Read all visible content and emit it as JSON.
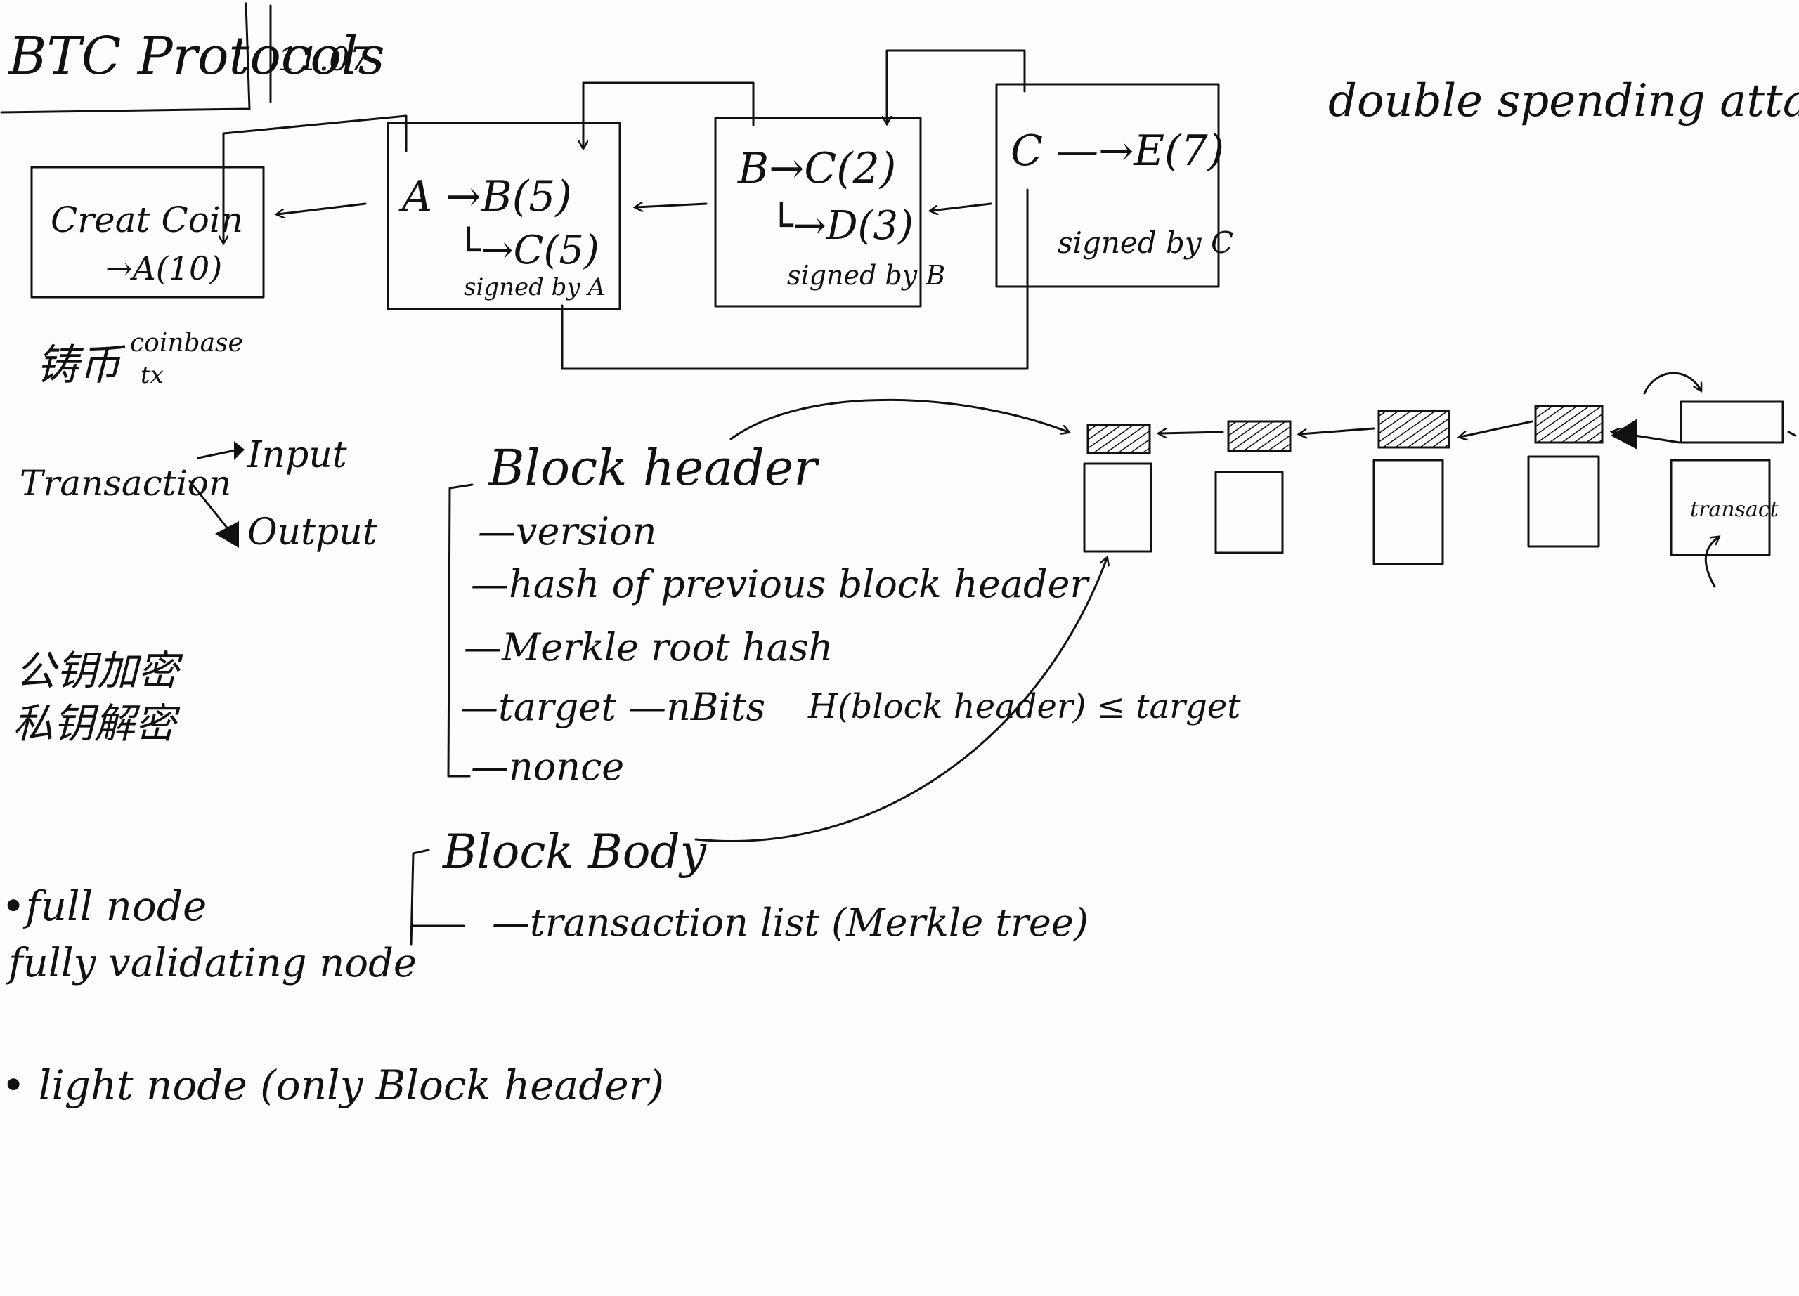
{
  "title": "BTC Protocols",
  "date": "11.07",
  "heading_right": "double spending attack",
  "coin_creation": {
    "box_line1": "Creat Coin",
    "box_line2": "→A(10)",
    "note_cn": "铸币",
    "note_en_1": "coinbase",
    "note_en_2": "tx"
  },
  "tx_boxes": [
    {
      "line1": "A →B(5)",
      "line2": "└→C(5)",
      "signed": "signed by A"
    },
    {
      "line1": "B→C(2)",
      "line2": "└→D(3)",
      "signed": "signed by B"
    },
    {
      "line1": "C —→E(7)",
      "line2": "",
      "signed": "signed by C"
    }
  ],
  "transaction": {
    "label": "Transaction",
    "input": "Input",
    "output": "Output"
  },
  "keys": {
    "line1": "公钥加密",
    "line2": "私钥解密"
  },
  "block_header": {
    "title": "Block header",
    "fields": [
      "—version",
      "—hash of previous block header",
      "—Merkle root hash",
      "—target —nBits",
      "—nonce"
    ],
    "condition": "H(block header) ≤ target"
  },
  "block_body": {
    "title": "Block Body",
    "items": [
      "—transaction list (Merkle tree)"
    ]
  },
  "chain_block_label": "transact",
  "nodes": [
    {
      "line1": "•full node",
      "line2": "fully validating node"
    },
    {
      "line1": "• light node (only Block header)"
    }
  ]
}
